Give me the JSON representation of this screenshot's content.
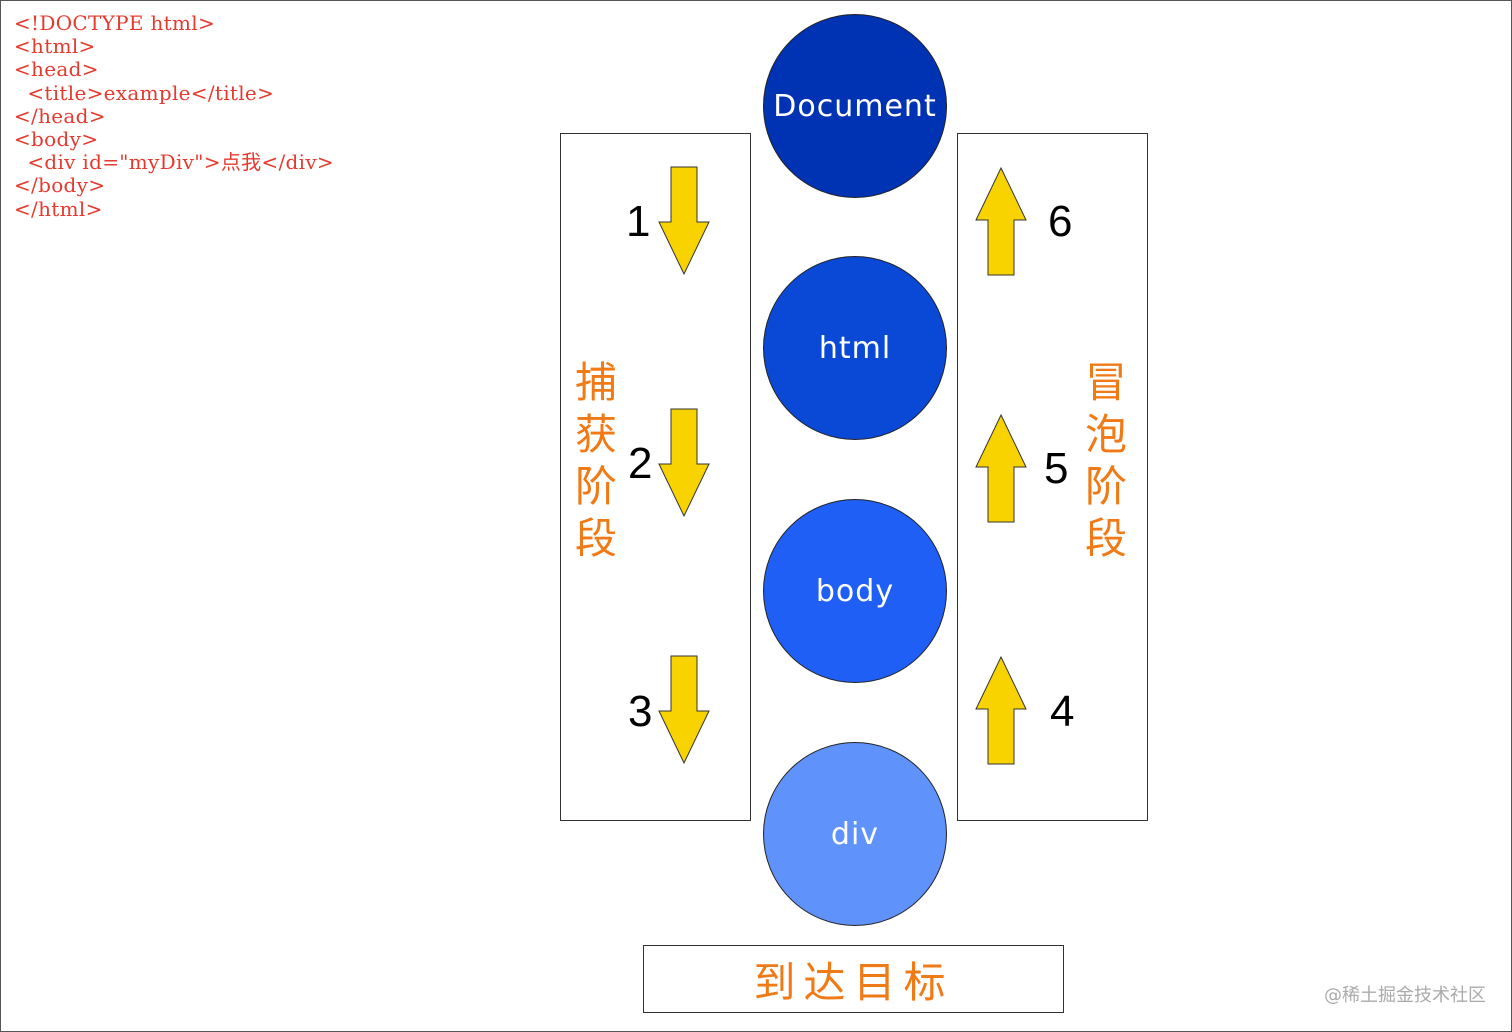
{
  "code": {
    "lines": [
      "<!DOCTYPE html>",
      "<html>",
      "<head>",
      "  <title>example</title>",
      "</head>",
      "<body>",
      "  <div id=\"myDiv\">点我</div>",
      "</body>",
      "</html>"
    ],
    "color": "#e53a2e"
  },
  "capture_phase": {
    "chars": [
      "捕",
      "获",
      "阶",
      "段"
    ],
    "color": "#f07a16",
    "steps": [
      "1",
      "2",
      "3"
    ],
    "direction": "down"
  },
  "bubble_phase": {
    "chars": [
      "冒",
      "泡",
      "阶",
      "段"
    ],
    "color": "#f07a16",
    "steps": [
      "6",
      "5",
      "4"
    ],
    "direction": "up"
  },
  "nodes": [
    {
      "label": "Document",
      "color": "#0033b3"
    },
    {
      "label": "html",
      "color": "#0a48d6"
    },
    {
      "label": "body",
      "color": "#1f5ff5"
    },
    {
      "label": "div",
      "color": "#6092fb"
    }
  ],
  "arrow_color": "#f8d300",
  "target": {
    "label": "到达目标"
  },
  "watermark": "@稀土掘金技术社区"
}
